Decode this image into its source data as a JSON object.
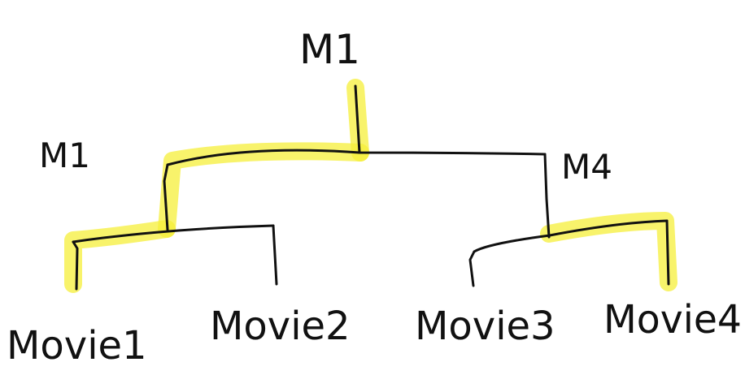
{
  "labels": {
    "root": "M1",
    "left_internal": "M1",
    "right_internal": "M4",
    "leaves": [
      "Movie1",
      "Movie2",
      "Movie3",
      "Movie4"
    ]
  },
  "colors": {
    "ink": "#111111",
    "highlight": "#f6ef3a",
    "background": "#ffffff"
  }
}
